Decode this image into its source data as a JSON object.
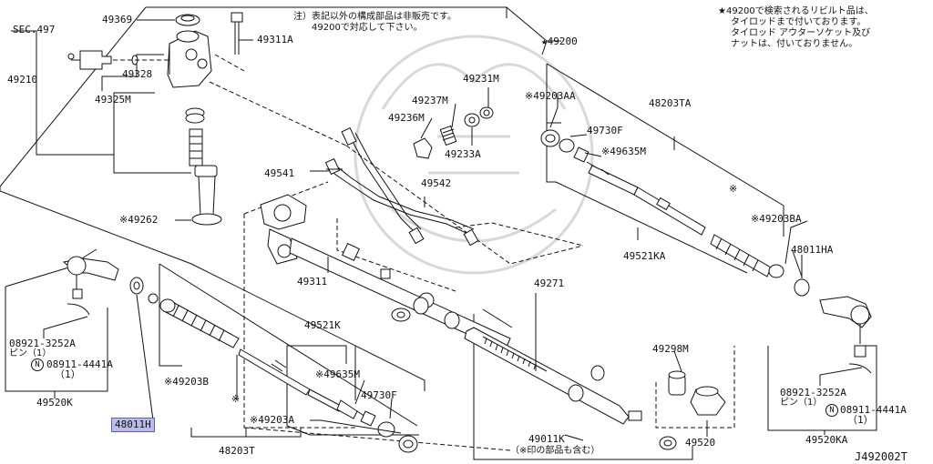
{
  "diagram_id": "J492002T",
  "notes": {
    "top_center": [
      "注）表記以外の構成部品は非販売です。",
      "49200で対応して下さい。"
    ],
    "top_right": [
      "★49200で検索されるリビルト品は、",
      "タイロッドまで付いております。",
      "タイロッド アウターソケット及び",
      "ナットは、付いておりません。"
    ]
  },
  "labels": {
    "sec497": "SEC.497",
    "p49369": "49369",
    "p49311a": "49311A",
    "p49200": "★49200",
    "p49210": "49210",
    "p49328": "49328",
    "p49325m": "49325M",
    "p49231m": "49231M",
    "p49237m": "49237M",
    "p49236m": "49236M",
    "p49233a": "49233A",
    "p49541": "49541",
    "p49542": "49542",
    "p49262": "※49262",
    "p49311": "49311",
    "p49203aa": "※49203AA",
    "p48203ta": "48203TA",
    "p49730f_r": "49730F",
    "p49635m_r": "※49635M",
    "star_r": "※",
    "p49203ba": "※49203BA",
    "p48011ha": "48011HA",
    "p49521ka": "49521KA",
    "p49271": "49271",
    "p49521k": "49521K",
    "p49635m_l": "※49635M",
    "p49730f_l": "49730F",
    "p49203b": "※49203B",
    "star_l": "※",
    "p49203a": "※49203A",
    "p48203t": "48203T",
    "p48011h": "48011H",
    "p49298m": "49298M",
    "p49520": "49520",
    "p49011k": "49011K",
    "p49011k_note": "（※印の部品も含む）",
    "l_08921": "08921-3252A",
    "l_pin": "ピン（1）",
    "l_n": "N",
    "l_08911": "08911-4441A",
    "l_qty": "（1）",
    "p49520k": "49520K",
    "r_08921": "08921-3252A",
    "r_pin": "ピン（1）",
    "r_n": "N",
    "r_08911": "08911-4441A",
    "r_qty": "（1）",
    "p49520ka": "49520KA"
  }
}
